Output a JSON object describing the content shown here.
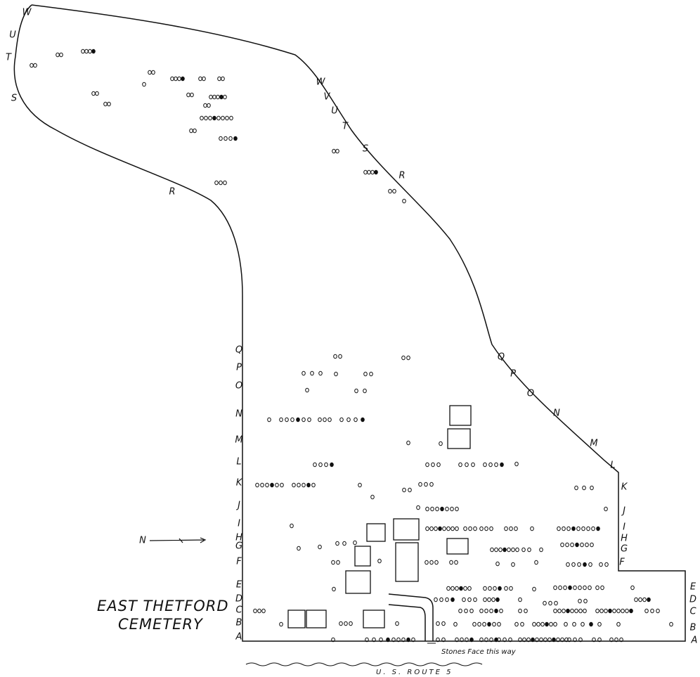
{
  "map": {
    "title_line1": "EAST THETFORD",
    "title_line2": "CEMETERY",
    "orientation_note": "Stones Face this way",
    "road_label": "U. S. ROUTE 5",
    "north_label": "N",
    "west_rows_top": [
      "W",
      "U",
      "T",
      "S",
      "R"
    ],
    "east_rows_diagonal": [
      "W",
      "V",
      "U",
      "T",
      "S",
      "R",
      "Q",
      "P",
      "O",
      "N",
      "M",
      "L"
    ],
    "left_rows": [
      "Q",
      "P",
      "O",
      "N",
      "M",
      "L",
      "K",
      "J",
      "I",
      "H",
      "G",
      "F",
      "E",
      "D",
      "C",
      "B",
      "A"
    ],
    "right_rows_upper": [
      "K",
      "J",
      "I",
      "H",
      "G",
      "F"
    ],
    "right_rows_lower": [
      "E",
      "D",
      "C",
      "B",
      "A"
    ],
    "colors": {
      "ink": "#111111",
      "paper": "#ffffff"
    }
  }
}
